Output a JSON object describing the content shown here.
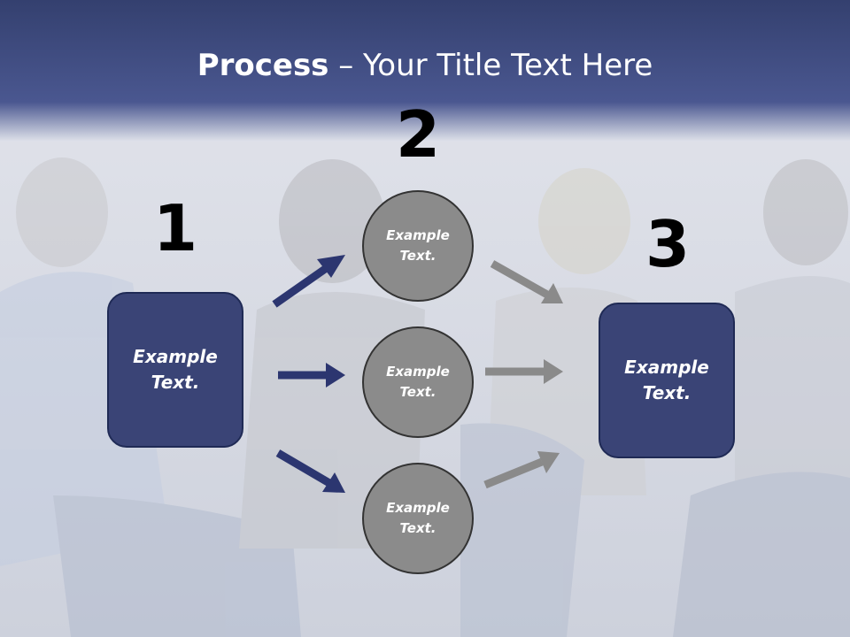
{
  "title": {
    "bold": "Process",
    "rest": " – Your Title Text Here"
  },
  "steps": [
    {
      "number": "1",
      "box_text": "Example Text."
    },
    {
      "number": "2"
    },
    {
      "number": "3",
      "box_text": "Example Text."
    }
  ],
  "circles": [
    {
      "text": "Example Text."
    },
    {
      "text": "Example Text."
    },
    {
      "text": "Example Text."
    }
  ],
  "colors": {
    "header_band": "#3d4a80",
    "box_fill": "#3a4476",
    "circle_fill": "#8b8b8b",
    "arrow_navy": "#2c3670",
    "arrow_gray": "#8a8a8a"
  }
}
